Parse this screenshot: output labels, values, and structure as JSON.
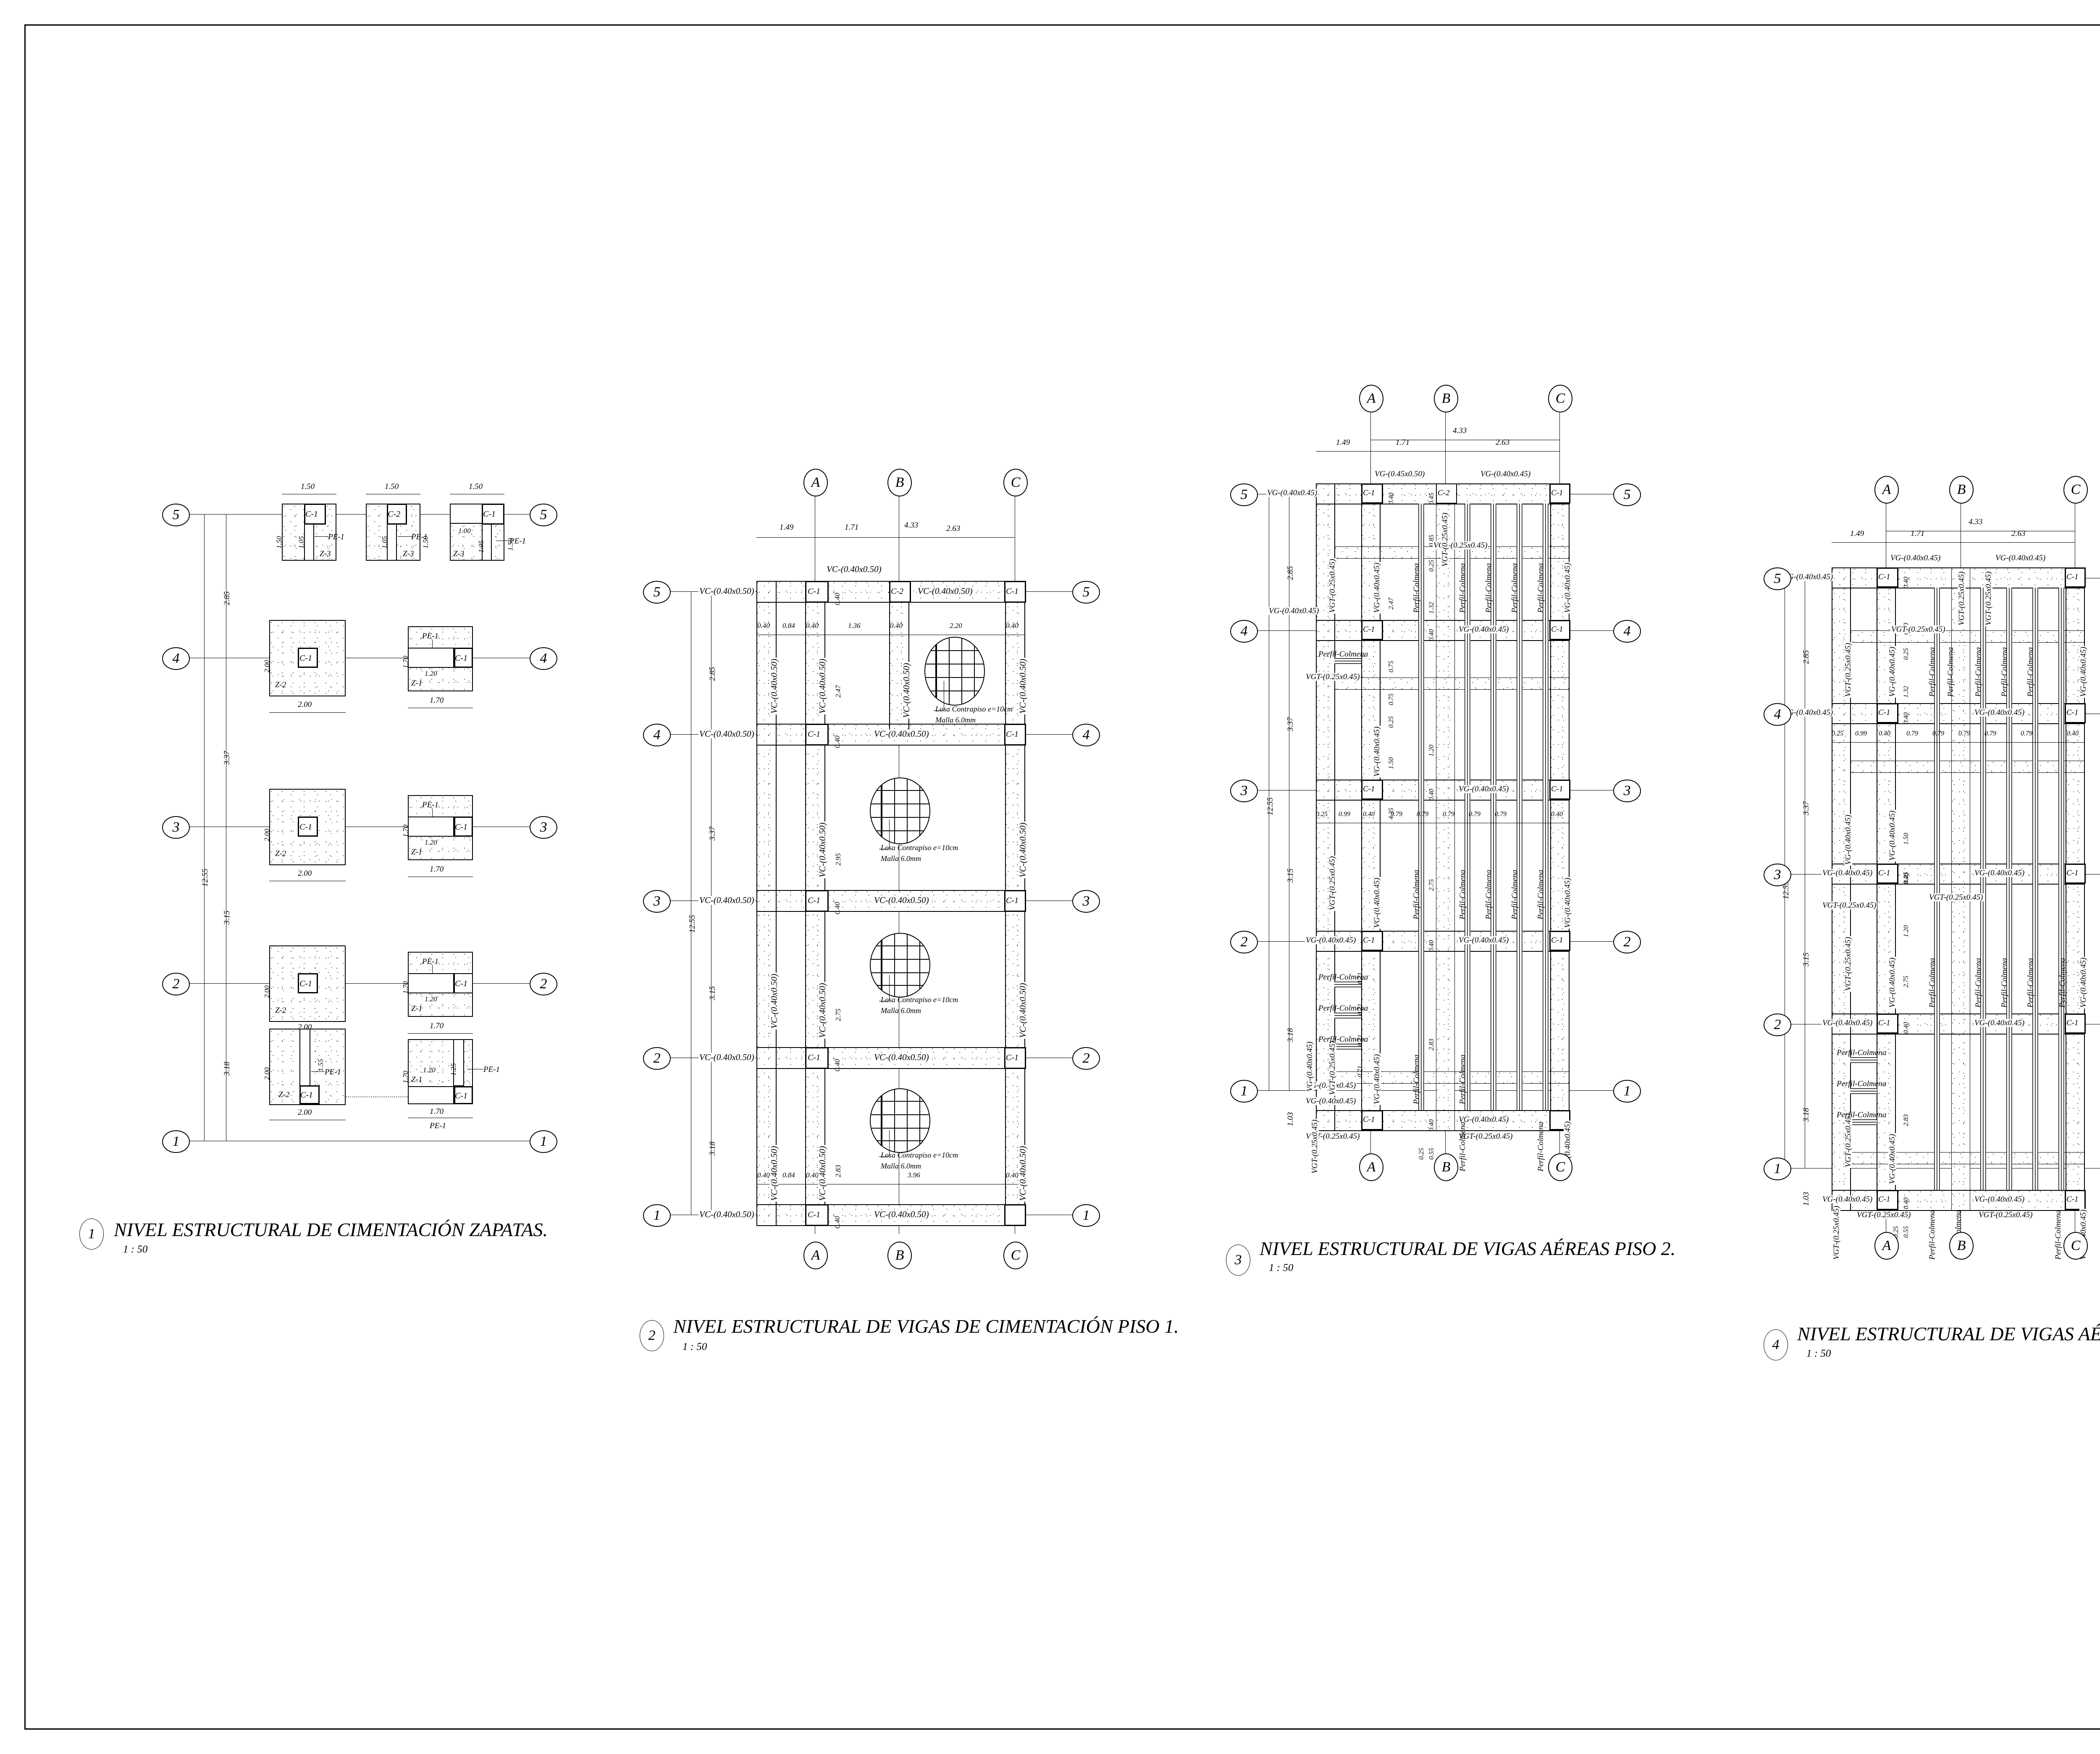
{
  "sheet": {
    "background": "#ffffff",
    "ink": "#000000"
  },
  "drawings": [
    {
      "id": "d1",
      "number": "1",
      "title": "NIVEL ESTRUCTURAL DE CIMENTACIÓN ZAPATAS.",
      "scale": "1 : 50",
      "grid_rows": [
        "5",
        "4",
        "3",
        "2",
        "1"
      ],
      "vertical_chain": [
        "2.85",
        "3.37",
        "3.15",
        "3.18"
      ],
      "overall_vertical": "12.55",
      "top_row_widths": [
        "1.50",
        "1.50",
        "1.50"
      ],
      "footings": [
        {
          "tag": "Z-3",
          "column": "C-1",
          "pile": "PE-1",
          "w": "1.50",
          "h": "1.50",
          "inner": "1.05"
        },
        {
          "tag": "Z-3",
          "column": "C-2",
          "pile": "PE-1",
          "w": "1.50",
          "h": "1.50",
          "inner": "1.05"
        },
        {
          "tag": "Z-3",
          "column": "C-1",
          "pile": "PE-1",
          "w": "1.50",
          "h": "1.50",
          "inner": "1.05",
          "notch": "1.00"
        },
        {
          "tag": "Z-2",
          "column": "C-1",
          "w": "2.00",
          "h": "2.00"
        },
        {
          "tag": "Z-1",
          "column": "C-1",
          "pile": "PE-1",
          "w": "1.70",
          "h": "1.70",
          "inner": "1.20"
        },
        {
          "tag": "Z-2",
          "column": "C-1",
          "w": "2.00",
          "h": "2.00"
        },
        {
          "tag": "Z-1",
          "column": "C-1",
          "pile": "PE-1",
          "w": "1.70",
          "h": "1.70",
          "inner": "1.20"
        },
        {
          "tag": "Z-2",
          "column": "C-1",
          "w": "2.00",
          "h": "2.00"
        },
        {
          "tag": "Z-1",
          "column": "C-1",
          "pile": "PE-1",
          "w": "1.70",
          "h": "1.70",
          "inner": "1.20"
        },
        {
          "tag": "Z-2",
          "column": "C-1",
          "pile": "PE-1",
          "w": "2.00",
          "h": "2.00",
          "inner": "1.55"
        },
        {
          "tag": "Z-1",
          "column": "C-1",
          "pile": "PE-1",
          "w": "1.70",
          "h": "1.70",
          "inner": "1.20",
          "inner2": "1.25"
        }
      ],
      "pile_label": "PE-1"
    },
    {
      "id": "d2",
      "number": "2",
      "title": "NIVEL ESTRUCTURAL DE VIGAS DE CIMENTACIÓN PISO 1.",
      "scale": "1 : 50",
      "grid_cols": [
        "A",
        "B",
        "C"
      ],
      "grid_rows": [
        "5",
        "4",
        "3",
        "2",
        "1"
      ],
      "horizontal_chain": [
        "1.49",
        "1.71",
        "2.63"
      ],
      "overall_horizontal": "4.33",
      "vertical_chain": [
        "2.85",
        "3.37",
        "3.15",
        "3.18"
      ],
      "overall_vertical": "12.55",
      "inner_dims_top": [
        "0.40",
        "0.84",
        "0.40",
        "1.36",
        "0.40",
        "2.20",
        "0.40"
      ],
      "inner_dims_bottom": [
        "0.40",
        "0.84",
        "0.40",
        "3.96",
        "0.40"
      ],
      "bay_heights": [
        "2.47",
        "2.95",
        "2.75",
        "2.83"
      ],
      "beam_label": "VC-(0.40x0.50)",
      "beam_width_note": "0.40",
      "columns": [
        "C-1",
        "C-2",
        "C-1",
        "C-1",
        "C-1",
        "C-1",
        "C-1",
        "C-1",
        "C-1",
        "C-1"
      ],
      "slab_notes": [
        "Losa Contrapiso e=10cm",
        "Malla 6.0mm"
      ],
      "slab_note_line1": "Losa Contrapiso e=10cm",
      "slab_note_line2": "Malla 6.0mm"
    },
    {
      "id": "d3",
      "number": "3",
      "title": "NIVEL ESTRUCTURAL DE VIGAS AÉREAS PISO 2.",
      "scale": "1 : 50",
      "grid_cols": [
        "A",
        "B",
        "C"
      ],
      "grid_rows": [
        "5",
        "4",
        "3",
        "2",
        "1"
      ],
      "horizontal_chain": [
        "1.49",
        "1.71",
        "2.63"
      ],
      "overall_horizontal": "4.33",
      "vertical_chain": [
        "2.85",
        "3.37",
        "3.15",
        "3.18"
      ],
      "overall_vertical": "12.55",
      "bottom_offset": "1.03",
      "beam_main": "VG-(0.40x0.45)",
      "beam_special": "VG-(0.45x0.50)",
      "beam_tie": "VGT-(0.25x0.45)",
      "joist": "Perfil-Colmena",
      "inner_dims": [
        "0.25",
        "0.99",
        "0.40",
        "0.79",
        "0.79",
        "0.79",
        "0.79",
        "0.79",
        "0.40"
      ],
      "vertical_small_dims": [
        "0.40",
        "0.45",
        "0.85",
        "0.25",
        "1.32",
        "0.40",
        "0.75",
        "0.75",
        "0.25",
        "1.20",
        "0.40",
        "2.75",
        "0.40",
        "0.71",
        "2.83",
        "0.40",
        "0.55",
        "0.25"
      ],
      "bay_heights": [
        "2.47",
        "1.50",
        "4.35",
        "2.75",
        "2.83"
      ],
      "columns": [
        "C-1",
        "C-2",
        "C-1",
        "C-1",
        "C-1",
        "C-1",
        "C-1",
        "C-1",
        "C-1",
        "C-1"
      ]
    },
    {
      "id": "d4",
      "number": "4",
      "title": "NIVEL ESTRUCTURAL DE VIGAS AÉREAS PISO",
      "scale": "1 : 50",
      "grid_cols": [
        "A",
        "B",
        "C"
      ],
      "grid_rows": [
        "5",
        "4",
        "3",
        "2",
        "1"
      ],
      "horizontal_chain": [
        "1.49",
        "1.71",
        "2.63"
      ],
      "overall_horizontal": "4.33",
      "vertical_chain": [
        "2.85",
        "3.37",
        "3.15",
        "3.18"
      ],
      "overall_vertical": "12.55",
      "bottom_offset": "1.03",
      "beam_main": "VG-(0.40x0.45)",
      "beam_tie": "VGT-(0.25x0.45)",
      "joist": "Perfil-Colmena",
      "inner_dims": [
        "0.25",
        "0.99",
        "0.40",
        "0.79",
        "0.79",
        "0.79",
        "0.79",
        "0.79",
        "0.40"
      ],
      "vertical_small_dims": [
        "0.40",
        "0.90",
        "0.25",
        "1.32",
        "0.40",
        "1.50",
        "0.25",
        "1.20",
        "0.40",
        "2.75",
        "0.40",
        "2.83",
        "0.40",
        "0.55",
        "0.25"
      ],
      "columns": [
        "C-1",
        "C-1",
        "C-1",
        "C-1",
        "C-1",
        "C-1",
        "C-1",
        "C-1",
        "C-1",
        "C-1"
      ]
    }
  ]
}
